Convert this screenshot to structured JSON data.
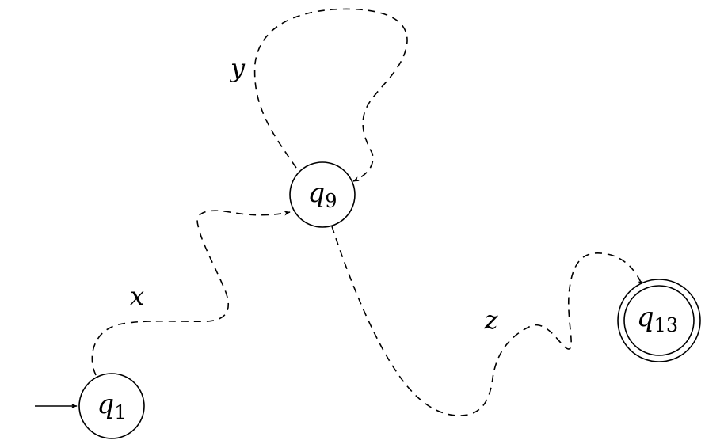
{
  "states": [
    {
      "id": "q1",
      "name": "q",
      "sub": "1",
      "initial": true,
      "accepting": false
    },
    {
      "id": "q9",
      "name": "q",
      "sub": "9",
      "initial": false,
      "accepting": false
    },
    {
      "id": "q13",
      "name": "q",
      "sub": "13",
      "initial": false,
      "accepting": true
    }
  ],
  "transitions": [
    {
      "from": "q1",
      "to": "q9",
      "label": "x",
      "style": "dashed"
    },
    {
      "from": "q9",
      "to": "q9",
      "label": "y",
      "style": "dashed"
    },
    {
      "from": "q9",
      "to": "q13",
      "label": "z",
      "style": "dashed"
    }
  ]
}
